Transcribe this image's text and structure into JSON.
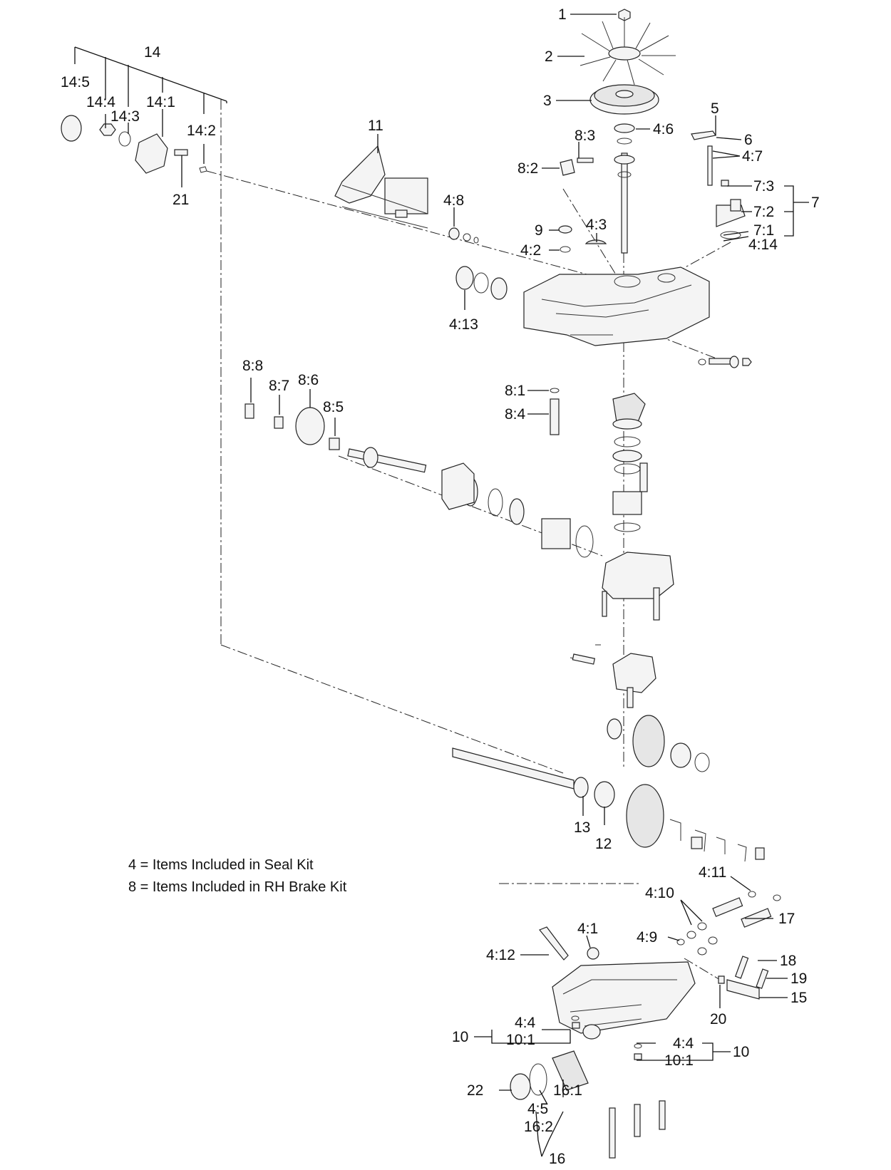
{
  "legend": [
    "4 = Items Included in Seal Kit",
    "8 = Items Included in RH Brake Kit"
  ],
  "labels": {
    "l1": "1",
    "l2": "2",
    "l3": "3",
    "l4_6": "4:6",
    "l5": "5",
    "l6": "6",
    "l4_7": "4:7",
    "l8_3": "8:3",
    "l8_2": "8:2",
    "l7_3": "7:3",
    "l7_2": "7:2",
    "l7_1": "7:1",
    "l7": "7",
    "l4_14": "4:14",
    "l11": "11",
    "l4_8": "4:8",
    "l9": "9",
    "l4_3": "4:3",
    "l4_2": "4:2",
    "l4_13": "4:13",
    "l14": "14",
    "l14_5": "14:5",
    "l14_4": "14:4",
    "l14_3": "14:3",
    "l14_1": "14:1",
    "l14_2": "14:2",
    "l21": "21",
    "l8_8": "8:8",
    "l8_7": "8:7",
    "l8_6": "8:6",
    "l8_5": "8:5",
    "l8_1": "8:1",
    "l8_4": "8:4",
    "l13": "13",
    "l12": "12",
    "l4_11": "4:11",
    "l4_10": "4:10",
    "l17": "17",
    "l4_9": "4:9",
    "l4_1": "4:1",
    "l4_12": "4:12",
    "l18": "18",
    "l19": "19",
    "l15": "15",
    "l20": "20",
    "l4_4a": "4:4",
    "l10_1a": "10:1",
    "l10a": "10",
    "l4_4b": "4:4",
    "l10_1b": "10:1",
    "l10b": "10",
    "l22": "22",
    "l4_5": "4:5",
    "l16_1": "16:1",
    "l16_2": "16:2",
    "l16": "16"
  },
  "colors": {
    "line": "#111111",
    "background": "#ffffff"
  }
}
